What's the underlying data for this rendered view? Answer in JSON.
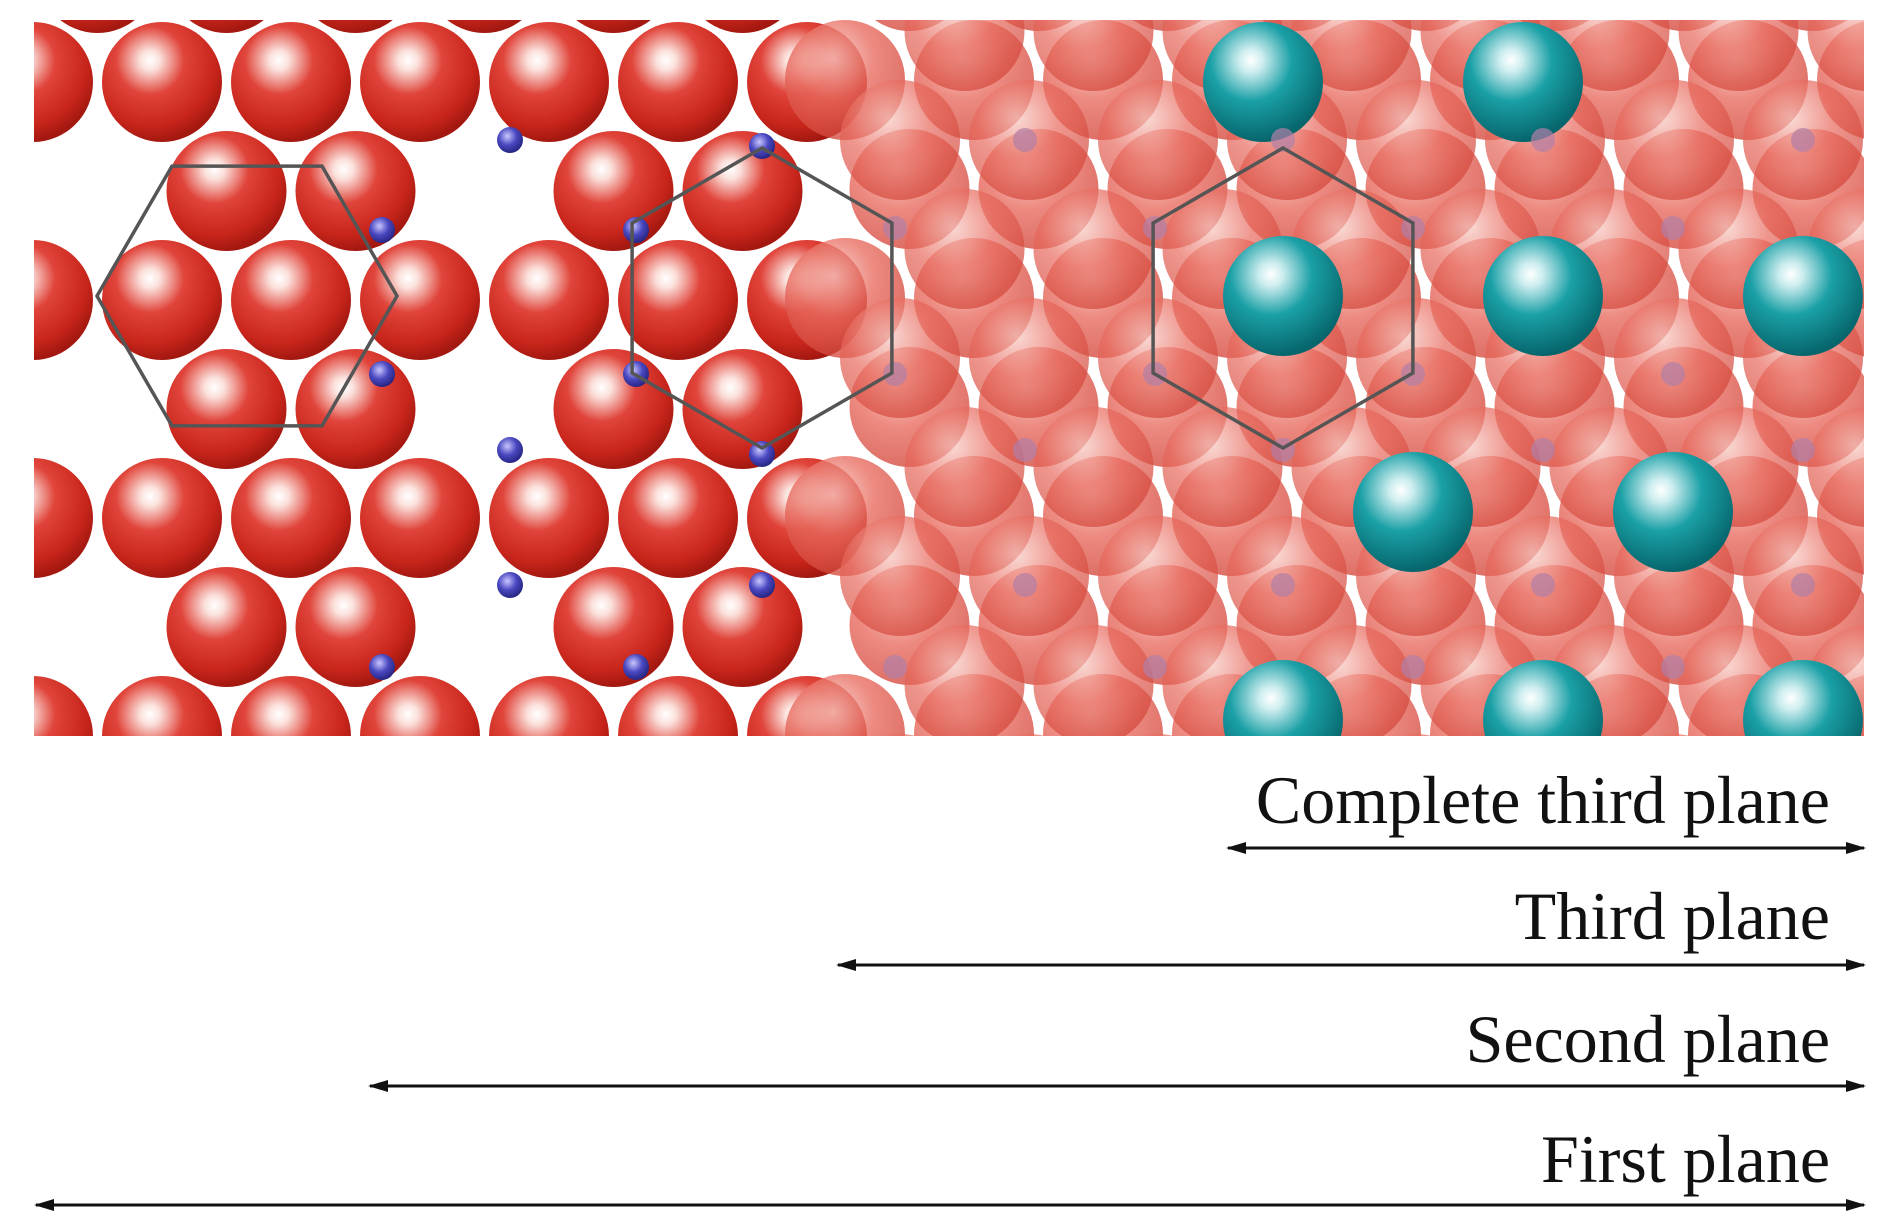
{
  "labels": {
    "complete_third_plane": "Complete third plane",
    "third_plane": "Third plane",
    "second_plane": "Second plane",
    "first_plane": "First plane"
  },
  "colors": {
    "oxygen": "#d3281e",
    "cation_large": "#0e8c92",
    "interstitial_small": "#3b3aa8",
    "hexagon_stroke": "#555555",
    "arrow": "#111111"
  }
}
